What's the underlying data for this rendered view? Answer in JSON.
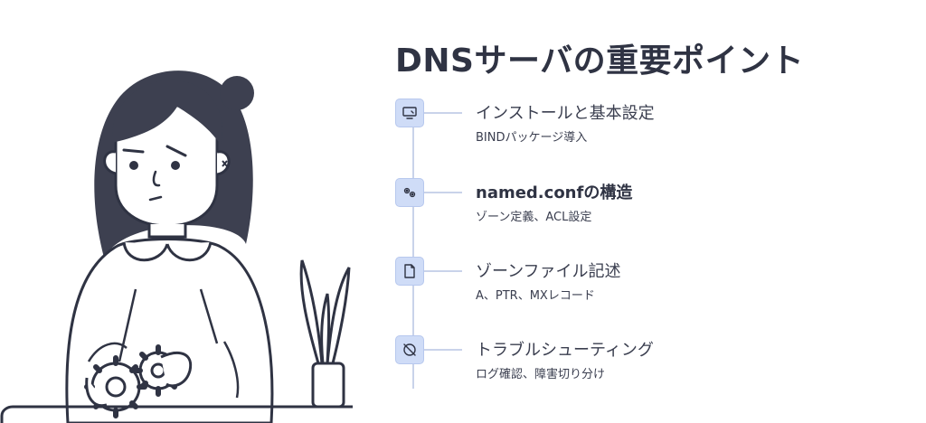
{
  "title": "DNSサーバの重要ポイント",
  "steps": [
    {
      "icon": "monitor-wrench-icon",
      "title": "インストールと基本設定",
      "description": "BINDパッケージ導入"
    },
    {
      "icon": "gears-icon",
      "title": "named.confの構造",
      "description": "ゾーン定義、ACL設定"
    },
    {
      "icon": "file-icon",
      "title": "ゾーンファイル記述",
      "description": "A、PTR、MXレコード"
    },
    {
      "icon": "bug-off-icon",
      "title": "トラブルシューティング",
      "description": "ログ確認、障害切り分け"
    }
  ],
  "colors": {
    "text": "#2f3343",
    "icon_bg": "#cfdcf7",
    "line": "#c9d3ea",
    "hair": "#3d4050"
  }
}
